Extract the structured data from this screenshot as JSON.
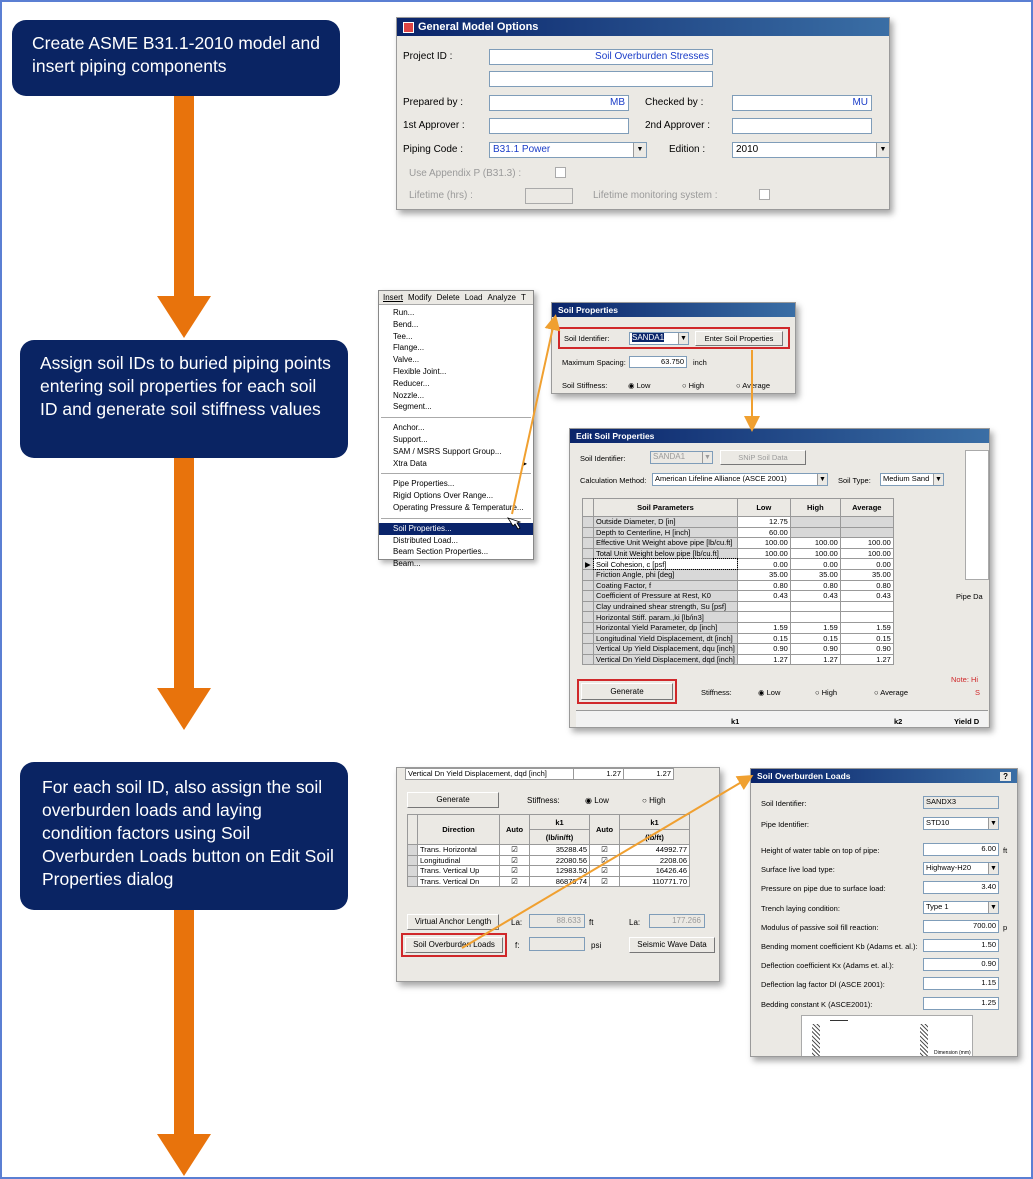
{
  "steps": [
    {
      "text": "Create ASME B31.1-2010  model and insert piping components"
    },
    {
      "text": "Assign soil IDs to buried piping points entering soil properties for each soil ID and generate soil stiffness values"
    },
    {
      "text": "For each soil ID, also assign the soil overburden  loads and laying condition factors using Soil Overburden Loads button on Edit Soil Properties dialog"
    }
  ],
  "gmo": {
    "title": "General Model Options",
    "project_id_label": "Project ID  :",
    "project_id": "Soil Overburden Stresses",
    "prepared_by_label": "Prepared by  :",
    "prepared_by": "MB",
    "checked_by_label": "Checked by  :",
    "checked_by": "MU",
    "approver1_label": "1st Approver :",
    "approver2_label": "2nd Approver :",
    "piping_code_label": "Piping Code  :",
    "piping_code": "B31.1 Power",
    "edition_label": "Edition :",
    "edition": "2010",
    "appendix_label": "Use Appendix P (B31.3) :",
    "lifetime_label": "Lifetime (hrs) :",
    "lifetime_monitor_label": "Lifetime monitoring system :"
  },
  "menu": {
    "bar": [
      "Insert",
      "Modify",
      "Delete",
      "Load",
      "Analyze",
      "T"
    ],
    "group1": [
      "Run...",
      "Bend...",
      "Tee...",
      "Flange...",
      "Valve...",
      "Flexible Joint...",
      "Reducer...",
      "Nozzle...",
      "Segment..."
    ],
    "group2": [
      "Anchor...",
      "Support...",
      "SAM / MSRS Support Group...",
      "Xtra Data"
    ],
    "group3": [
      "Pipe Properties...",
      "Rigid Options Over Range...",
      "Operating Pressure & Temperature..."
    ],
    "group4": [
      "Soil Properties...",
      "Distributed Load...",
      "Beam Section Properties...",
      "Beam..."
    ]
  },
  "sp": {
    "title": "Soil Properties",
    "id_label": "Soil Identifier:",
    "id": "SANDA1",
    "enter_btn": "Enter Soil Properties",
    "spacing_label": "Maximum Spacing:",
    "spacing": "63.750",
    "spacing_unit": "inch",
    "stiffness_label": "Soil Stiffness:",
    "opt_low": "Low",
    "opt_high": "High",
    "opt_avg": "Average"
  },
  "esp": {
    "title": "Edit Soil Properties",
    "id_label": "Soil Identifier:",
    "id": "SANDA1",
    "snip_btn": "SNiP Soil Data",
    "calc_label": "Calculation Method:",
    "calc": "American Lifeline Alliance (ASCE 2001)",
    "type_label": "Soil Type:",
    "type": "Medium Sand",
    "headers": [
      "Soil Parameters",
      "Low",
      "High",
      "Average"
    ],
    "rows": [
      [
        "Outside Diameter, D  [in]",
        "12.75",
        "",
        ""
      ],
      [
        "Depth to Centerline, H  [inch]",
        "60.00",
        "",
        ""
      ],
      [
        "Effective Unit Weight above pipe  [lb/cu.ft]",
        "100.00",
        "100.00",
        "100.00"
      ],
      [
        "Total Unit Weight below pipe  [lb/cu.ft]",
        "100.00",
        "100.00",
        "100.00"
      ],
      [
        "Soil Cohesion, c  [psf]",
        "0.00",
        "0.00",
        "0.00"
      ],
      [
        "Friction Angle, phi  [deg]",
        "35.00",
        "35.00",
        "35.00"
      ],
      [
        "Coating Factor, f",
        "0.80",
        "0.80",
        "0.80"
      ],
      [
        "Coefficient of Pressure at Rest, K0",
        "0.43",
        "0.43",
        "0.43"
      ],
      [
        "Clay undrained shear strength, Su  [psf]",
        "",
        "",
        ""
      ],
      [
        "Horizontal Stiff. param.,ki  [lb/in3]",
        "",
        "",
        ""
      ],
      [
        "Horizontal Yield Parameter, dp  [inch]",
        "1.59",
        "1.59",
        "1.59"
      ],
      [
        "Longitudinal Yield Displacement, dt [inch]",
        "0.15",
        "0.15",
        "0.15"
      ],
      [
        "Vertical Up Yield Displacement, dqu [inch]",
        "0.90",
        "0.90",
        "0.90"
      ],
      [
        "Vertical Dn Yield Displacement, dqd [inch]",
        "1.27",
        "1.27",
        "1.27"
      ]
    ],
    "pipe_label": "Pipe Da",
    "note": "Note: Hi",
    "s_mark": "S",
    "generate_btn": "Generate",
    "stiffness_label": "Stiffness:",
    "opt_low": "Low",
    "opt_high": "High",
    "opt_avg": "Average",
    "k1": "k1",
    "k2": "k2",
    "yield": "Yield D"
  },
  "esp2": {
    "top_row": [
      "Vertical Dn Yield Displacement, dqd [inch]",
      "1.27",
      "1.27"
    ],
    "generate_btn": "Generate",
    "stiffness_label": "Stiffness:",
    "opt_low": "Low",
    "opt_high": "High",
    "headers": [
      "Direction",
      "Auto",
      "k1",
      "Auto",
      "k1"
    ],
    "k1_unit": "(lb/in/ft)",
    "k1b_unit": "(lb/ft)",
    "rows": [
      [
        "Trans. Horizontal",
        "35288.45",
        "44992.77"
      ],
      [
        "Longitudinal",
        "22080.56",
        "2208.06"
      ],
      [
        "Trans. Vertical Up",
        "12983.50",
        "16426.46"
      ],
      [
        "Trans. Vertical Dn",
        "86879.74",
        "110771.70"
      ]
    ],
    "vac_btn": "Virtual Anchor Length",
    "lv_label": "La:",
    "lv": "88.633",
    "lv_unit": "ft",
    "la_label": "La:",
    "la": "177.266",
    "sol_btn": "Soil Overburden Loads",
    "f_label": "f:",
    "f_unit": "psi",
    "seismic_btn": "Seismic Wave Data"
  },
  "sol": {
    "title": "Soil Overburden Loads",
    "help": "?",
    "soil_id_label": "Soil Identifier:",
    "soil_id": "SANDX3",
    "pipe_id_label": "Pipe Identifier:",
    "pipe_id": "STD10",
    "rows": [
      [
        "Height of water table on top of pipe:",
        "6.00",
        "ft"
      ],
      [
        "Surface live load type:",
        "Highway-H20",
        ""
      ],
      [
        "Pressure on pipe due to surface load:",
        "3.40",
        ""
      ],
      [
        "Trench laying condition:",
        "Type 1",
        ""
      ],
      [
        "Modulus of passive soil fill reaction:",
        "700.00",
        "p"
      ],
      [
        "Bending moment coefficient Kb (Adams et. al.):",
        "1.50",
        ""
      ],
      [
        "Deflection coefficient Kx (Adams et. al.):",
        "0.90",
        ""
      ],
      [
        "Deflection lag factor Dl (ASCE 2001):",
        "1.15",
        ""
      ],
      [
        "Bedding constant K (ASCE2001):",
        "1.25",
        ""
      ]
    ],
    "sketch_label": "Dimension (mm)"
  },
  "colors": {
    "box": "#0a2463",
    "arrow": "#e8730c",
    "highlight": "#d0282a",
    "connector": "#f0a030"
  }
}
